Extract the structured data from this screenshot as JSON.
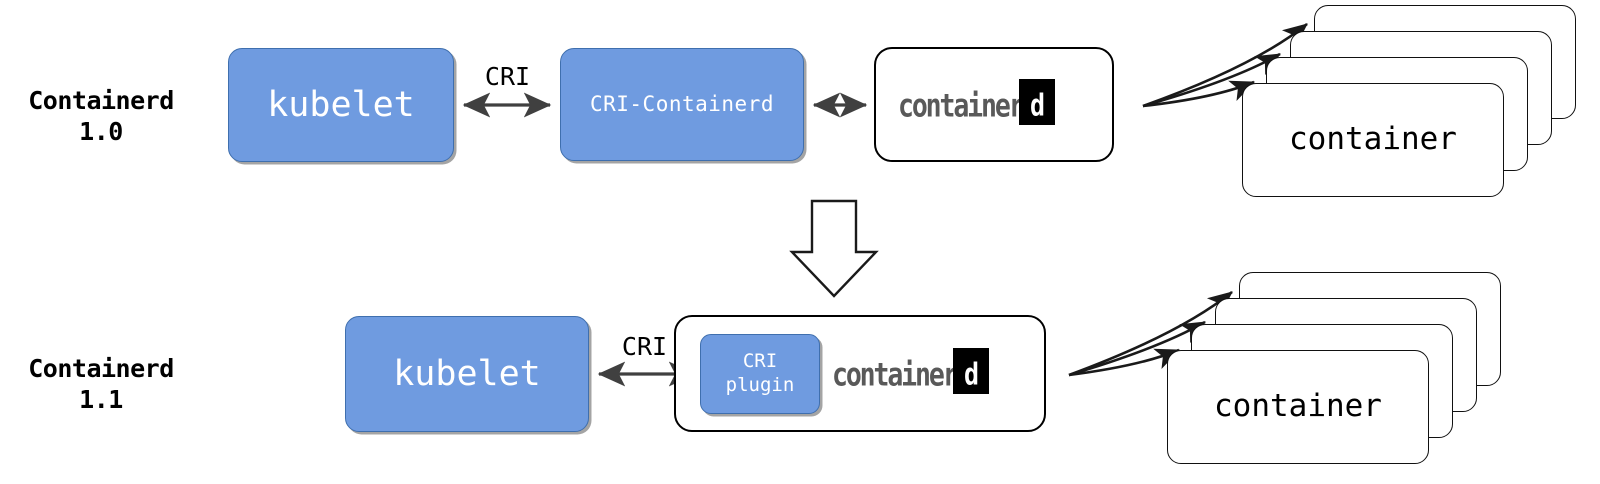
{
  "diagram": {
    "title_semantics": "containerd CRI architecture evolution",
    "rows": [
      {
        "id": "row-top",
        "label": "Containerd\n1.0",
        "nodes": {
          "kubelet": "kubelet",
          "cri_containerd": "CRI-Containerd",
          "containerd_logo_word": "container",
          "containerd_logo_d": "d",
          "container": "container"
        },
        "connector_label": "CRI",
        "container_stack_count": 4,
        "fanout_arrow_count": 3
      },
      {
        "id": "row-bottom",
        "label": "Containerd\n1.1",
        "nodes": {
          "kubelet": "kubelet",
          "cri_plugin": "CRI\nplugin",
          "containerd_logo_word": "container",
          "containerd_logo_d": "d",
          "container": "container"
        },
        "connector_label": "CRI",
        "container_stack_count": 4,
        "fanout_arrow_count": 3
      }
    ],
    "transition_arrow": "down-block-arrow",
    "colors": {
      "node_blue_fill": "#6f9be0",
      "node_blue_stroke": "#3f6fae",
      "node_white_fill": "#ffffff",
      "outline_black": "#000000",
      "logo_gray": "#595959",
      "connector_gray": "#404040",
      "text_white": "#ffffff",
      "background": "#ffffff"
    }
  }
}
